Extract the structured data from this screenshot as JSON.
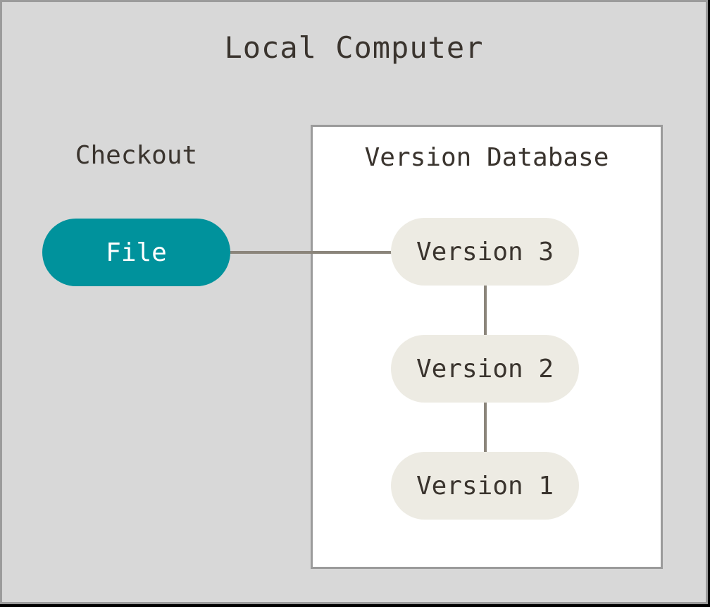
{
  "diagram": {
    "title": "Local Computer",
    "checkout_label": "Checkout",
    "file_node_label": "File",
    "version_database": {
      "title": "Version Database",
      "versions": [
        "Version 3",
        "Version 2",
        "Version 1"
      ]
    },
    "connections": [
      "File - Version 3",
      "Version 3 - Version 2",
      "Version 2 - Version 1"
    ],
    "colors": {
      "frame_background": "#d8d8d8",
      "frame_border": "#9b9b9b",
      "outer_shadow": "#000000",
      "version_database_background": "#ffffff",
      "file_node_fill": "#00929c",
      "file_node_text": "#ffffff",
      "version_node_fill": "#edebe3",
      "text": "#3a342e",
      "connector_line": "#8b857b"
    }
  }
}
